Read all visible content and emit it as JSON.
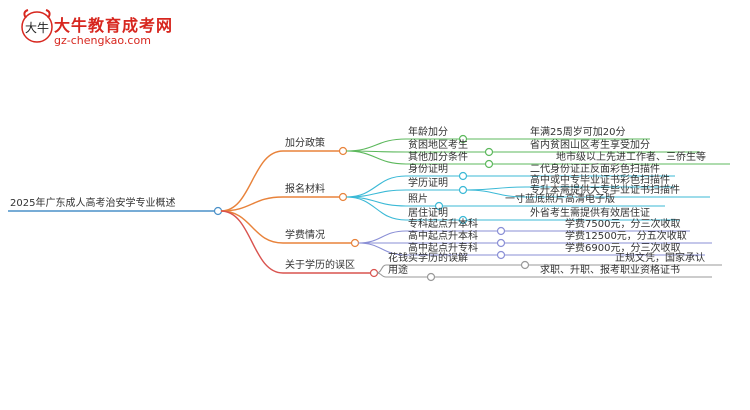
{
  "header": {
    "brand": "大牛教育成考网",
    "site": "gz-chengkao.com",
    "logo_text": "大牛"
  },
  "mindmap": {
    "root": "2025年广东成人高考治安学专业概述",
    "branches": [
      {
        "label": "加分政策",
        "color": "#e8823a",
        "children": [
          {
            "label": "年龄加分",
            "color": "#5cb85c",
            "children": [
              {
                "label": "年满25周岁可加20分"
              }
            ]
          },
          {
            "label": "贫困地区考生",
            "color": "#5cb85c",
            "children": [
              {
                "label": "省内贫困山区考生享受加分"
              }
            ]
          },
          {
            "label": "其他加分条件",
            "color": "#5cb85c",
            "children": [
              {
                "label": "地市级以上先进工作者、三侨生等"
              }
            ]
          }
        ]
      },
      {
        "label": "报名材料",
        "color": "#e8823a",
        "children": [
          {
            "label": "身份证明",
            "color": "#3bb9d6",
            "children": [
              {
                "label": "二代身份证正反面彩色扫描件"
              }
            ]
          },
          {
            "label": "学历证明",
            "color": "#3bb9d6",
            "children": [
              {
                "label": "高中或中专毕业证书彩色扫描件"
              },
              {
                "label": "专升本需提供大专毕业证书扫描件"
              }
            ]
          },
          {
            "label": "照片",
            "color": "#3bb9d6",
            "children": [
              {
                "label": "一寸蓝底照片高清电子版"
              }
            ]
          },
          {
            "label": "居住证明",
            "color": "#3bb9d6",
            "children": [
              {
                "label": "外省考生需提供有效居住证"
              }
            ]
          }
        ]
      },
      {
        "label": "学费情况",
        "color": "#e8823a",
        "children": [
          {
            "label": "专科起点升本科",
            "color": "#8a8fd6",
            "children": [
              {
                "label": "学费7500元，分三次收取"
              }
            ]
          },
          {
            "label": "高中起点升本科",
            "color": "#8a8fd6",
            "children": [
              {
                "label": "学费12500元，分五次收取"
              }
            ]
          },
          {
            "label": "高中起点升专科",
            "color": "#8a8fd6",
            "children": [
              {
                "label": "学费6900元，分三次收取"
              }
            ]
          }
        ]
      },
      {
        "label": "关于学历的误区",
        "color": "#d9534f",
        "children": [
          {
            "label": "花钱买学历的误解",
            "color": "#999999",
            "children": [
              {
                "label": "正规文凭，国家承认"
              }
            ]
          },
          {
            "label": "用途",
            "color": "#999999",
            "children": [
              {
                "label": "求职、升职、报考职业资格证书"
              }
            ]
          }
        ]
      }
    ]
  }
}
